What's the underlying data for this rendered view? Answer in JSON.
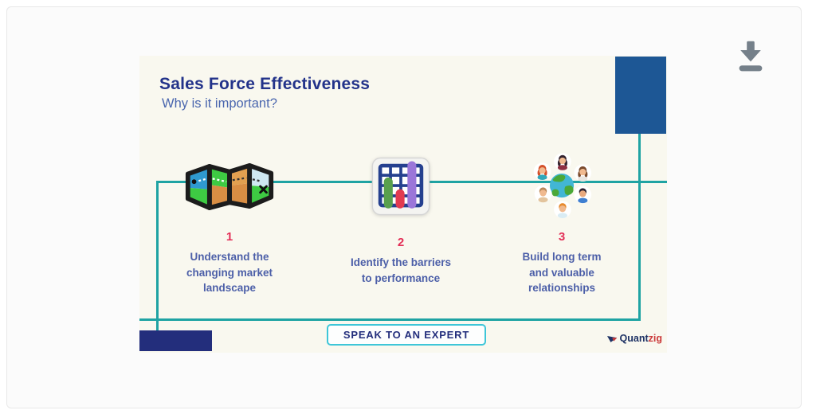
{
  "page": {
    "icons": {
      "download": "download-icon",
      "item1": "folded-map-icon",
      "item2": "bar-chart-grid-icon",
      "item3": "globe-people-icon",
      "logo_mark": "quantzig-mark-icon"
    },
    "colors": {
      "slide_background": "#f9f8ef",
      "teal_line": "#1fa3a3",
      "title_navy": "#23338a",
      "subtitle_blue": "#4a66ae",
      "item_text_blue": "#4c5fa8",
      "number_red": "#e32f57",
      "rect_top_right_blue": "#1d5795",
      "rect_bottom_left_navy": "#232e7c",
      "cta_border_cyan": "#3ec6d8",
      "download_gray": "#75808a",
      "logo_navy": "#1e3264",
      "logo_red": "#cb3a3a"
    }
  },
  "slide": {
    "title": "Sales Force Effectiveness",
    "subtitle": "Why is it important?",
    "items": [
      {
        "number": "1",
        "text": "Understand the\nchanging market\nlandscape"
      },
      {
        "number": "2",
        "text": "Identify the barriers\nto performance"
      },
      {
        "number": "3",
        "text": "Build long term\nand valuable\nrelationships"
      }
    ],
    "cta_label": "SPEAK TO AN EXPERT",
    "logo": {
      "part1": "Quant",
      "part2": "zig"
    }
  }
}
